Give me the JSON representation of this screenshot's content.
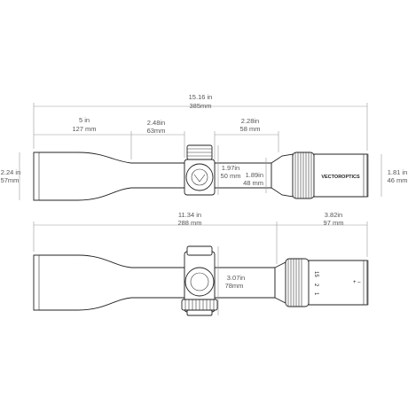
{
  "brand": "VECTOROPTICS",
  "dimensions": {
    "overall_length": {
      "imperial": "15.16 in",
      "metric": "385mm"
    },
    "objective_section": {
      "imperial": "5 in",
      "metric": "127 mm"
    },
    "front_tube": {
      "imperial": "2.48in",
      "metric": "63mm"
    },
    "eyepiece_section": {
      "imperial": "2.28in",
      "metric": "58 mm"
    },
    "objective_diameter": {
      "imperial": "2.24 in",
      "metric": "57mm"
    },
    "turret_height": {
      "imperial": "1.97in",
      "metric": "50 mm"
    },
    "tube_diameter": {
      "imperial": "1.89in",
      "metric": "48 mm"
    },
    "eyepiece_diameter": {
      "imperial": "1.81 in",
      "metric": "46 mm"
    },
    "length_to_ring": {
      "imperial": "11.34 in",
      "metric": "288 mm"
    },
    "eyepiece_length": {
      "imperial": "3.82in",
      "metric": "97 mm"
    },
    "turret_span": {
      "imperial": "3.07in",
      "metric": "78mm"
    }
  },
  "power_ring_marks": [
    "15",
    "2",
    "1"
  ],
  "colors": {
    "line": "#222222",
    "dimension": "#9a9a9a",
    "text": "#555555"
  }
}
